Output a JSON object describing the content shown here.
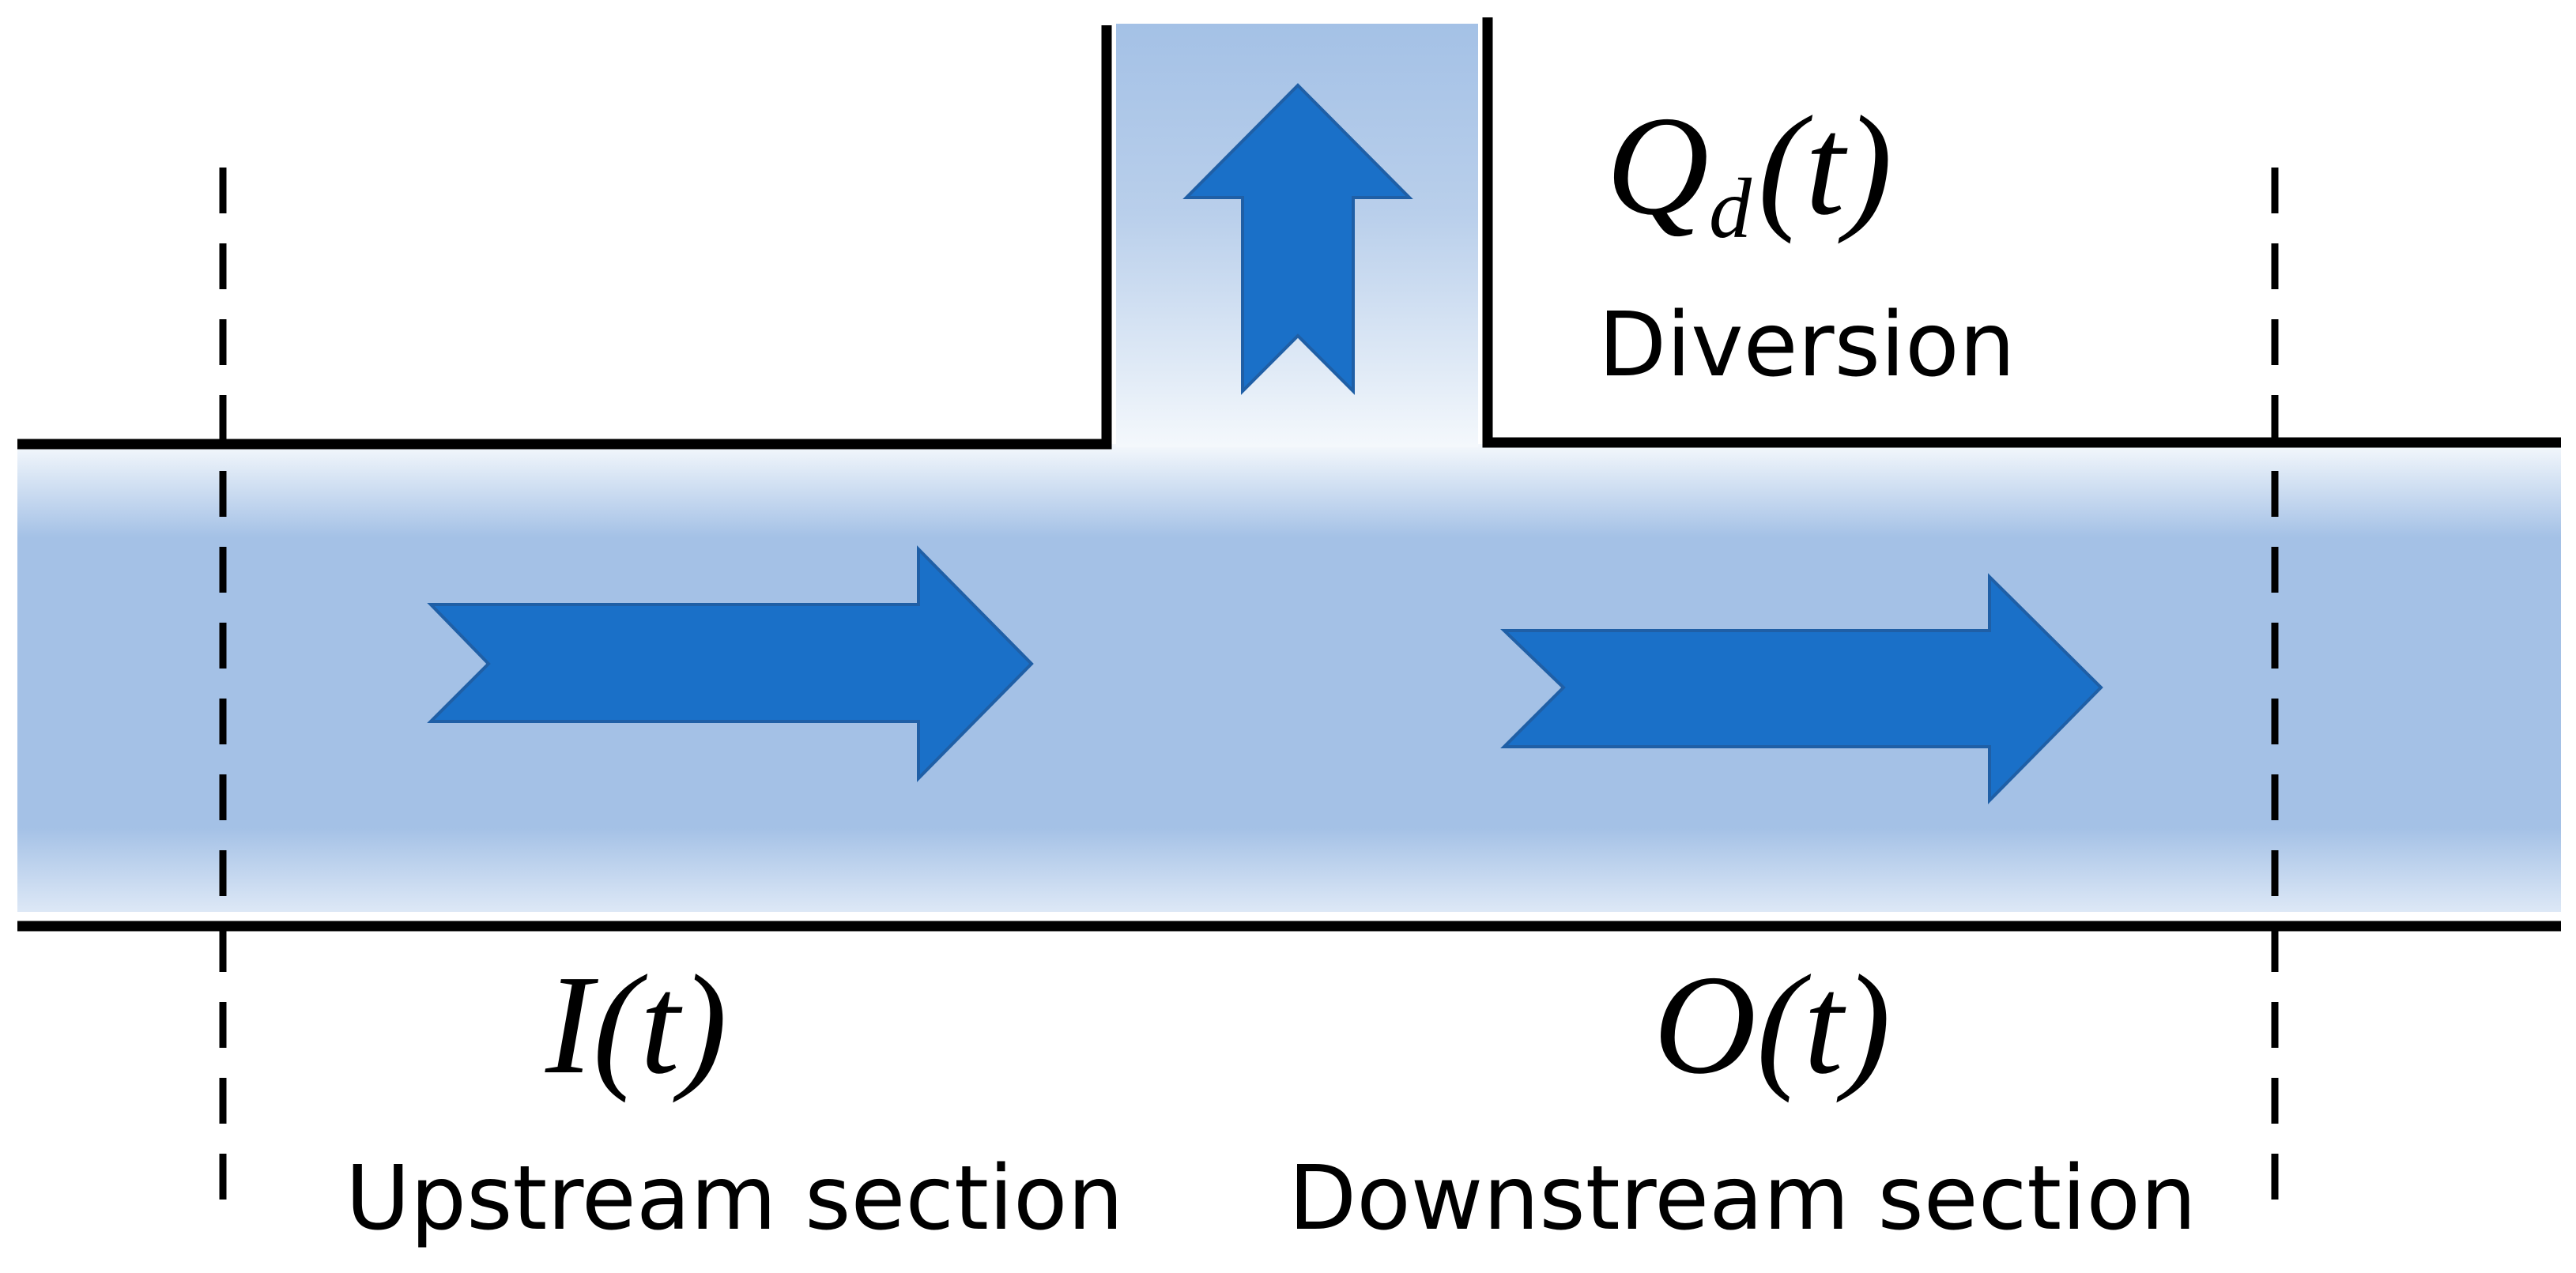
{
  "colors": {
    "water": "#a4c1e6",
    "water_highlight": "#f4f8fc",
    "arrow": "#1a70c8",
    "arrow_outline": "#1f5fa6",
    "walls": "#000000"
  },
  "diversion": {
    "symbol": "Q",
    "subscript": "d",
    "argument": "(t)",
    "label": "Diversion"
  },
  "upstream": {
    "symbol": "I(t)",
    "label": "Upstream section"
  },
  "downstream": {
    "symbol": "O(t)",
    "label": "Downstream section"
  }
}
